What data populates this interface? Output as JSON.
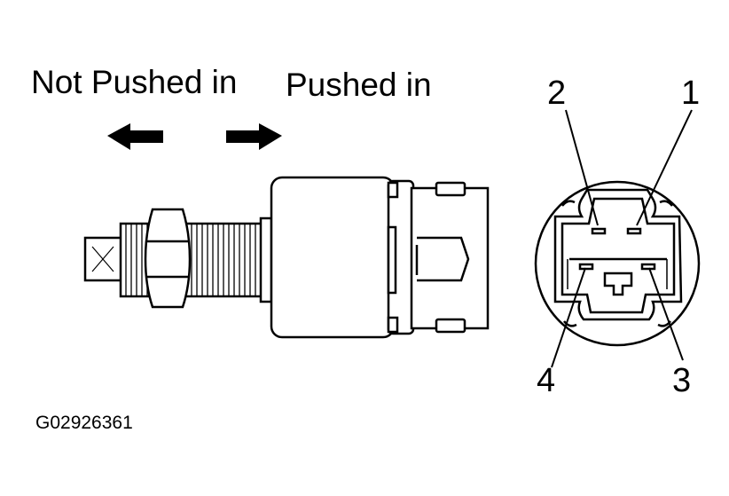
{
  "labels": {
    "not_pushed": "Not Pushed in",
    "pushed": "Pushed in"
  },
  "pins": {
    "p1": "1",
    "p2": "2",
    "p3": "3",
    "p4": "4"
  },
  "figure_code": "G02926361",
  "colors": {
    "line": "#000000",
    "background": "#ffffff"
  }
}
